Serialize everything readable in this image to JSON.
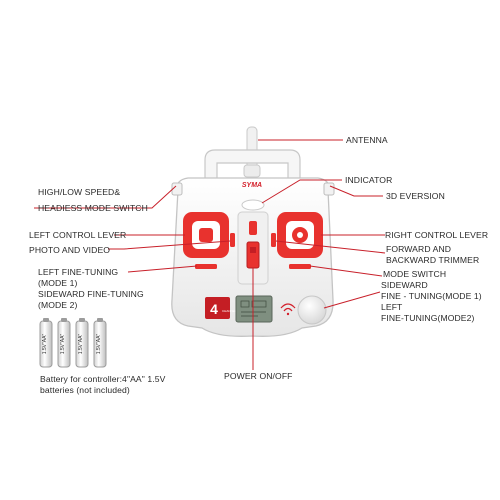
{
  "colors": {
    "callout_line": "#c8202a",
    "body": "#f4f4f4",
    "accent": "#e8322e",
    "lcd": "#7f8f80"
  },
  "controller": {
    "brand_logo": "SYMA",
    "mode_badge": "4",
    "channel_label": "CHANNEL"
  },
  "labels": {
    "antenna": "ANTENNA",
    "indicator": "INDICATOR",
    "high_low_speed": "HIGH/LOW SPEED&",
    "headless_mode": "HEADIESS MODE SWITCH",
    "eversion": "3D EVERSION",
    "left_control_lever": "LEFT CONTROL LEVER",
    "right_control_lever": "RIGHT CONTROL LEVER",
    "photo_video": "PHOTO  AND VIDEO",
    "forward_backward_trimmer": "FORWARD AND\nBACKWARD TRIMMER",
    "left_fine_tuning": "LEFT FINE-TUNING\n(MODE 1)\nSIDEWARD FINE-TUNING\n(MODE 2)",
    "mode_switch": "MODE SWITCH",
    "sideward_fine_tuning": "SIDEWARD\nFINE - TUNING(MODE 1)\nLEFT\nFINE-TUNING(MODE2)",
    "power": "POWER ON/OFF",
    "battery_note": "Battery for controller:4\"AA\" 1.5V\nbatteries (not included)"
  },
  "batteries": {
    "count": 4,
    "label": "1.5V\"AA\""
  }
}
